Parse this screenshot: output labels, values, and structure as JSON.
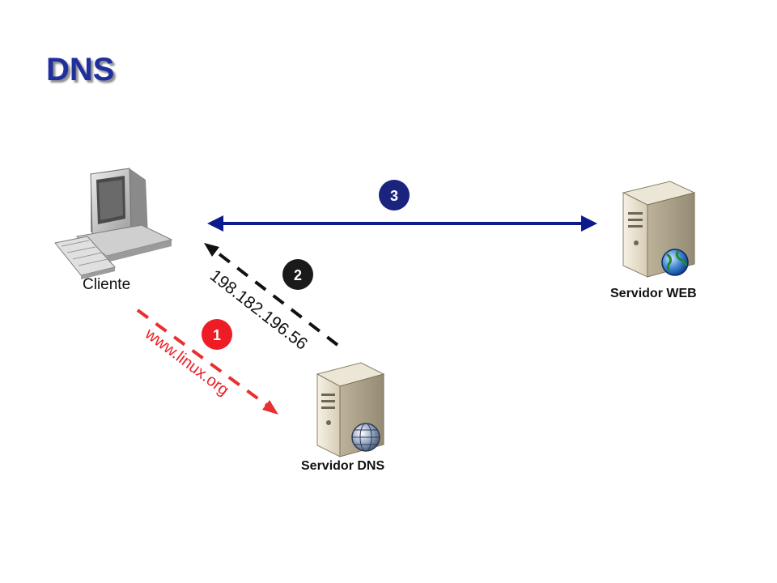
{
  "title": "DNS",
  "nodes": {
    "client": {
      "label": "Cliente",
      "icon": "desktop-computer-icon"
    },
    "dns_server": {
      "label": "Servidor DNS",
      "icon": "server-tower-globe-icon"
    },
    "web_server": {
      "label": "Servidor WEB",
      "icon": "server-tower-globe-icon"
    }
  },
  "steps": [
    {
      "number": "1",
      "text": "www.linux.org",
      "color": "#ee1c25"
    },
    {
      "number": "2",
      "text": "198.182.196.56",
      "color": "#1a1a1a"
    },
    {
      "number": "3",
      "text": "",
      "color": "#1a237e"
    }
  ],
  "colors": {
    "title": "#1f2f9c",
    "request_arrow": "#e83030",
    "response_arrow": "#111111",
    "http_arrow": "#0d1a8c"
  }
}
